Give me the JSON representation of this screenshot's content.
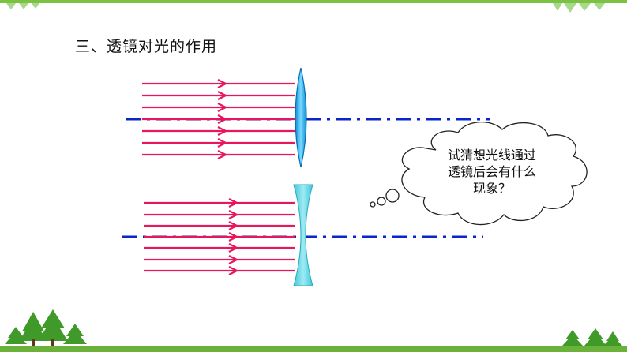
{
  "slide": {
    "title": "三、透镜对光的作用",
    "bubble_lines": [
      "试猜想光线通过",
      "透镜后会有什么",
      "现象？"
    ]
  },
  "diagram": {
    "upper_lens": "convex-lens",
    "lower_lens": "concave-lens",
    "rays_per_lens": 7,
    "colors": {
      "ray": "#e8175d",
      "axis": "#0b25c9",
      "lens": "#1ab0e6",
      "concave_lens": "#4dd0e1",
      "tree": "#3f9a2a"
    }
  }
}
